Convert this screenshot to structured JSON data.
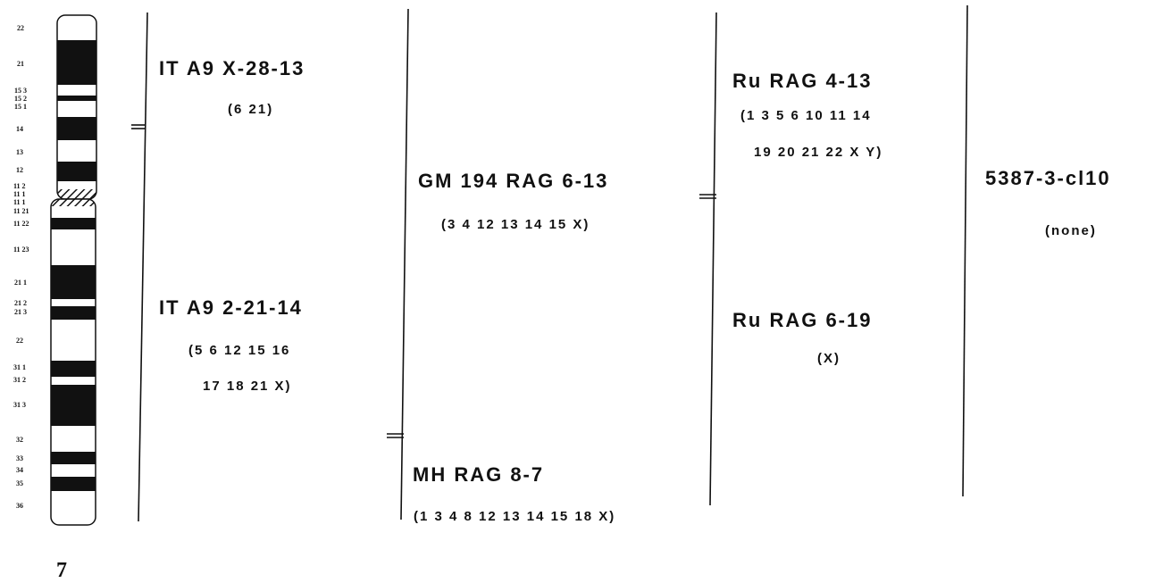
{
  "chromosome": {
    "number": "7",
    "band_labels": [
      "22",
      "21",
      "15 3",
      "15 2",
      "15 1",
      "14",
      "13",
      "12",
      "11 2",
      "11 1",
      "11 1",
      "11 21",
      "11 22",
      "11 23",
      "21 1",
      "21 2",
      "21 3",
      "22",
      "31 1",
      "31 2",
      "31 3",
      "32",
      "33",
      "34",
      "35",
      "36"
    ]
  },
  "columns": [
    {
      "entries": [
        {
          "name": "IT A9 X-28-13",
          "lines": [
            "(6 21)"
          ]
        },
        {
          "name": "IT A9 2-21-14",
          "lines": [
            "(5 6 12 15 16",
            "17 18 21 X)"
          ]
        }
      ]
    },
    {
      "entries": [
        {
          "name": "GM 194 RAG 6-13",
          "lines": [
            "(3 4 12 13 14 15 X)"
          ]
        },
        {
          "name": "MH RAG 8-7",
          "lines": [
            "(1 3 4 8 12 13 14 15 18 X)"
          ]
        }
      ]
    },
    {
      "entries": [
        {
          "name": "Ru RAG 4-13",
          "lines": [
            "(1 3 5 6 10 11 14",
            "19 20 21 22 X Y)"
          ]
        },
        {
          "name": "Ru RAG 6-19",
          "lines": [
            "(X)"
          ]
        }
      ]
    },
    {
      "entries": [
        {
          "name": "5387-3-cl10",
          "lines": [
            "(none)"
          ]
        }
      ]
    }
  ]
}
